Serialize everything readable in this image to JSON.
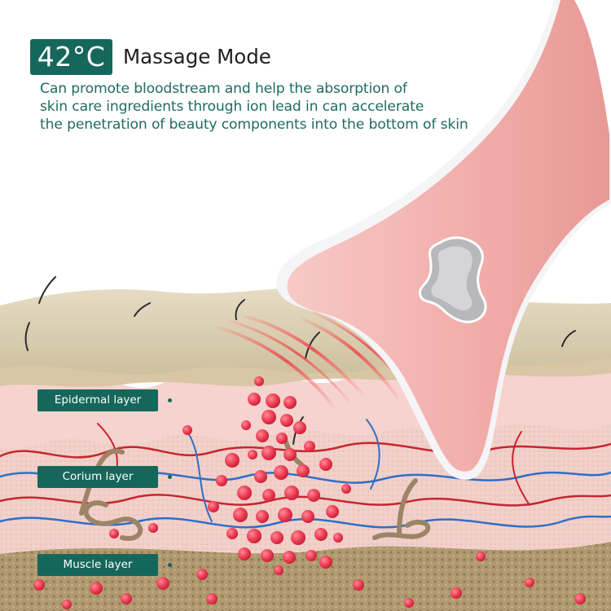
{
  "header": {
    "temperature": "42°C",
    "mode_title": "Massage Mode",
    "description": [
      "Can promote bloodstream and help the absorption of",
      "skin care ingredients through ion lead in can accelerate",
      "the penetration of beauty components into the bottom of skin"
    ]
  },
  "layers": {
    "epidermal": "Epidermal layer",
    "corium": "Corium layer",
    "muscle": "Muscle layer"
  },
  "colors": {
    "brand_green": "#16675b",
    "device_pink": "#f3b2b0",
    "particle_red": "#e8344a"
  }
}
